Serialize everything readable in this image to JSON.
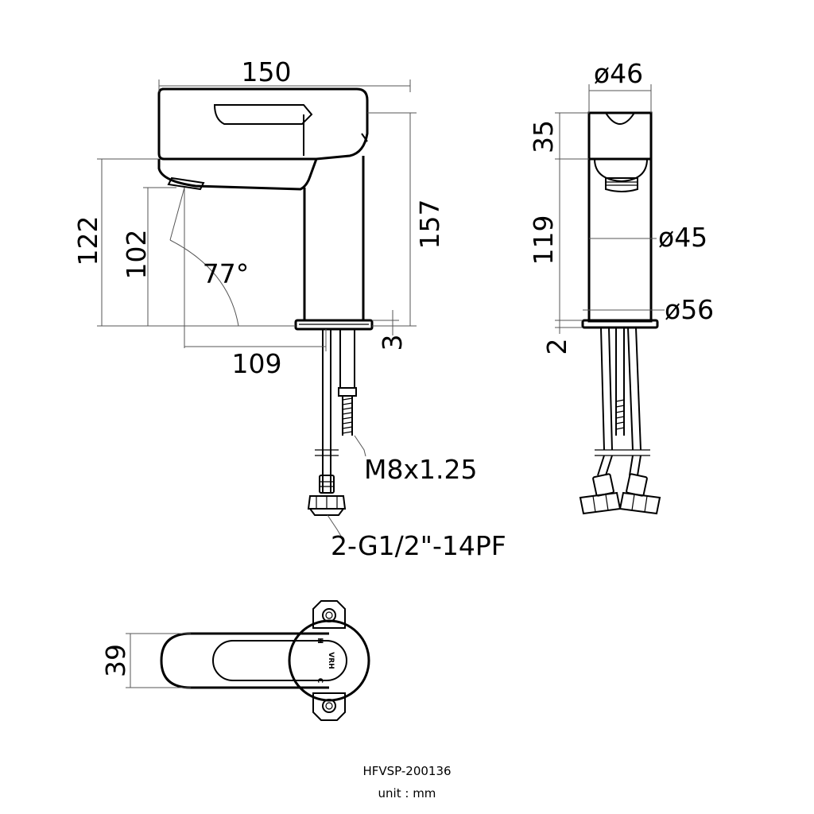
{
  "model_code": "HFVSP-200136",
  "unit_label": "unit : mm",
  "side_view": {
    "width": "150",
    "total_height": "157",
    "spout_height": "122",
    "outlet_height": "102",
    "spout_angle": "77°",
    "spout_reach": "109",
    "base_thickness": "3",
    "stud_thread": "M8x1.25",
    "hose_connection": "2-G1/2\"-14PF"
  },
  "front_view": {
    "top_diameter": "ø46",
    "handle_height": "35",
    "body_height": "119",
    "body_diameter": "ø45",
    "base_diameter": "ø56",
    "base_thickness": "2"
  },
  "top_view": {
    "handle_width": "39",
    "hot_mark": "H",
    "cold_mark": "C",
    "logo_text": "VRH"
  }
}
